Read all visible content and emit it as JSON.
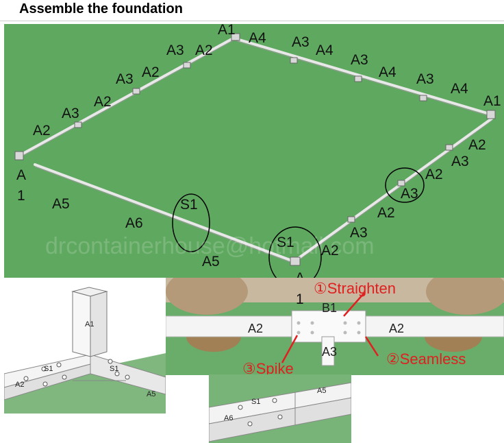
{
  "title": "Assemble the foundation",
  "watermark": "drcontainerhouse@hotmail.com",
  "labels": {
    "a1_top": "A1",
    "a4_1": "A4",
    "a3_2": "A3",
    "a4_2": "A4",
    "a3_3": "A3",
    "a4_3": "A4",
    "a3_4": "A3",
    "a4_4": "A4",
    "a1_right": "A1",
    "a3_top_left": "A3",
    "a2_top_left": "A2",
    "a3_l2": "A3",
    "a2_l2": "A2",
    "a2_l3": "A2",
    "a3_l3": "A3",
    "a2_l4": "A2",
    "a_left": "A",
    "one_left": "1",
    "a2_r1": "A2",
    "a3_r1": "A3",
    "a2_r2": "A2",
    "a3_r2": "A3",
    "a2_r3": "A2",
    "a3_r3": "A3",
    "a2_r4": "A2",
    "a5_left": "A5",
    "a6": "A6",
    "s1_left": "S1",
    "a5_bottom": "A5",
    "s1_bottom": "S1",
    "a_bottom": "A",
    "one_bottom": "1"
  },
  "detail_corner": {
    "a1": "A1",
    "s1_a": "S1",
    "s1_b": "S1",
    "a2": "A2",
    "a5": "A5"
  },
  "detail_joint": {
    "step1": "①Straighten",
    "b1": "B1",
    "a2_left": "A2",
    "a2_right": "A2",
    "a3": "A3",
    "step2": "②Seamless",
    "step3": "③Spike"
  },
  "detail_s1": {
    "s1": "S1",
    "a5": "A5",
    "a6": "A6"
  }
}
